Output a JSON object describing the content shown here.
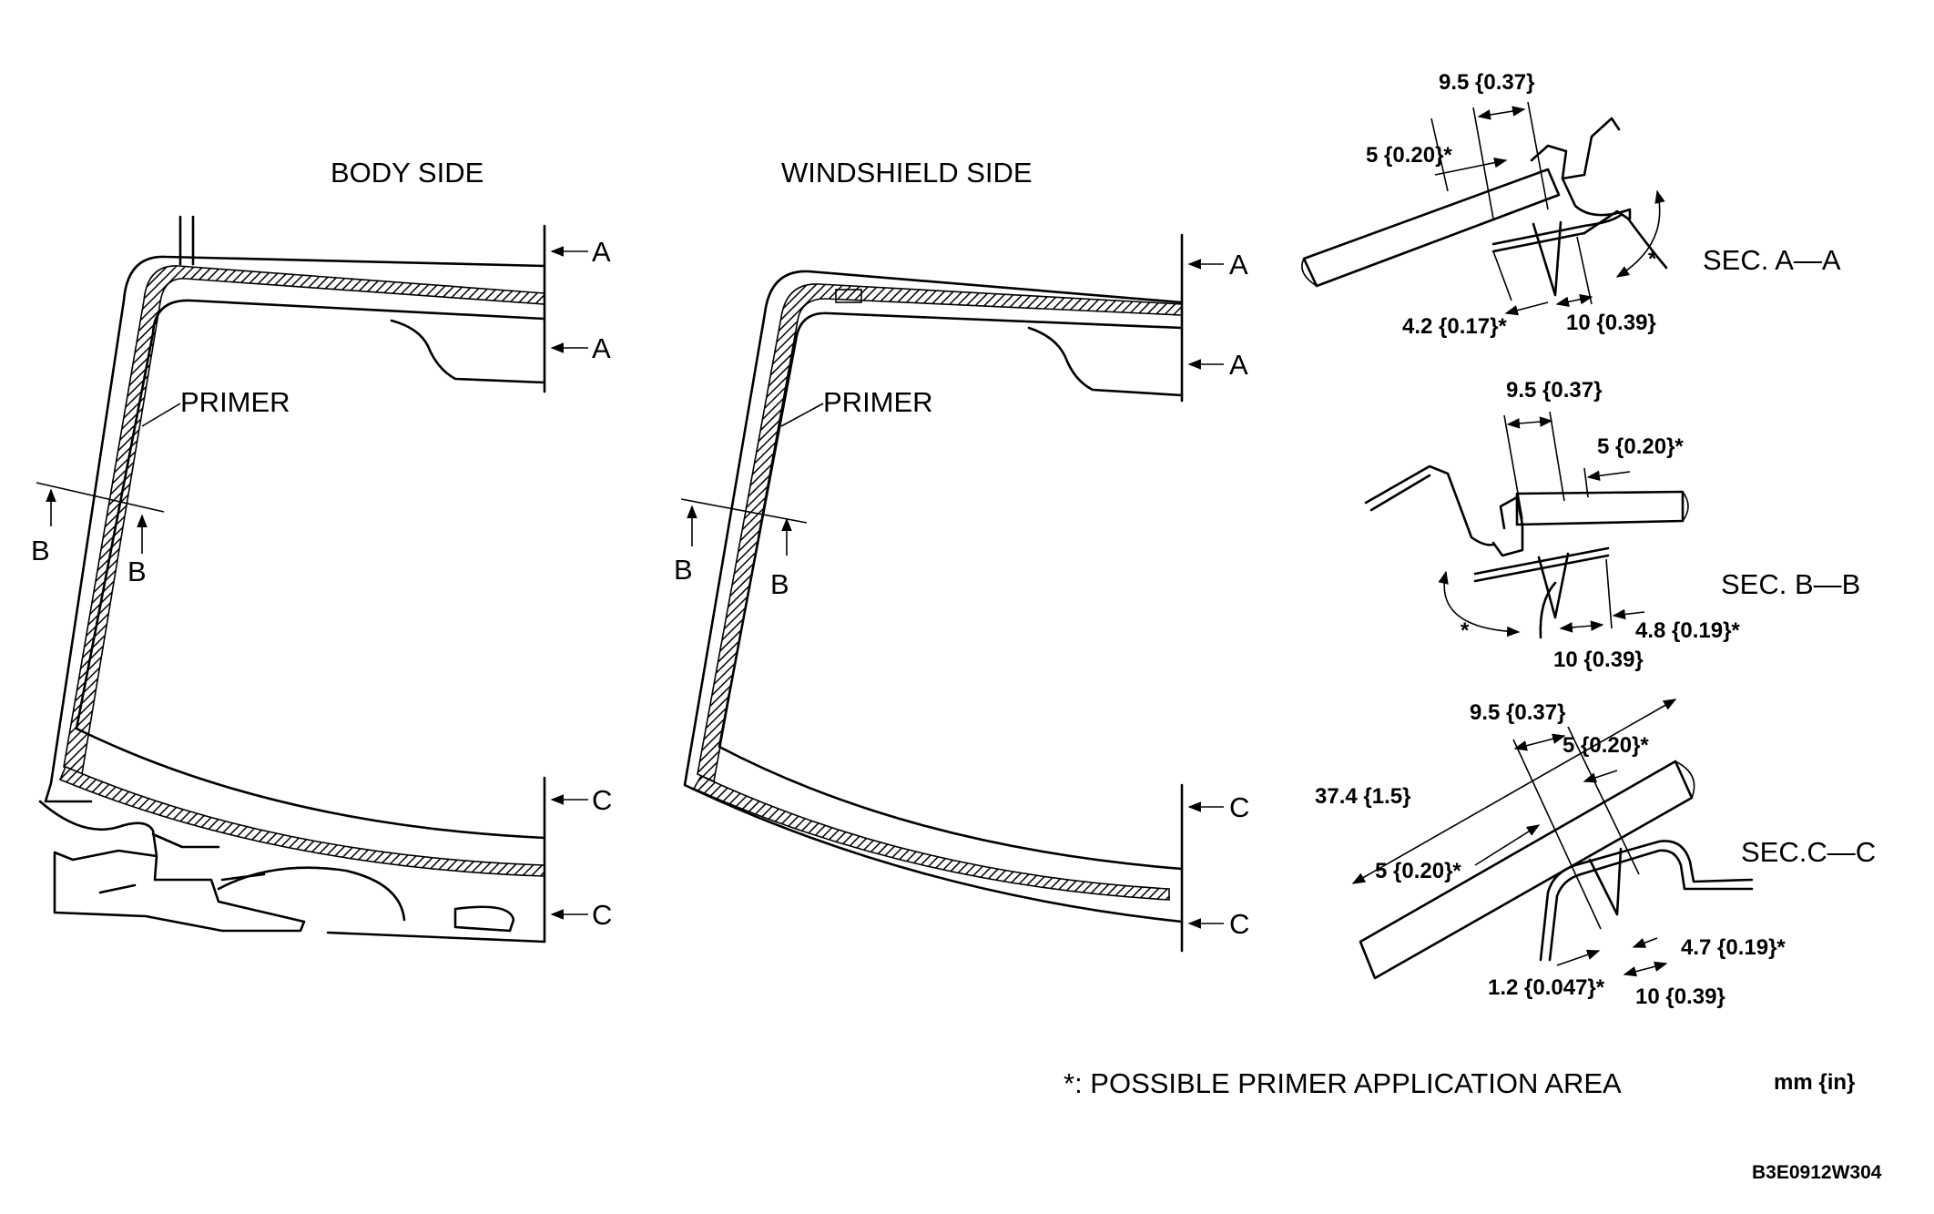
{
  "views": {
    "body_side": {
      "title": "BODY SIDE",
      "primer": "PRIMER",
      "markers": [
        "A",
        "A",
        "B",
        "B",
        "C",
        "C"
      ]
    },
    "windshield_side": {
      "title": "WINDSHIELD SIDE",
      "primer": "PRIMER",
      "markers": [
        "A",
        "A",
        "B",
        "B",
        "C",
        "C"
      ]
    }
  },
  "sections": {
    "aa": {
      "title": "SEC. A—A",
      "dims": [
        "9.5 {0.37}",
        "5 {0.20}*",
        "4.2 {0.17}*",
        "10 {0.39}"
      ],
      "asterisk": "*"
    },
    "bb": {
      "title": "SEC. B—B",
      "dims": [
        "9.5 {0.37}",
        "5 {0.20}*",
        "4.8 {0.19}*",
        "10 {0.39}"
      ],
      "asterisk": "*"
    },
    "cc": {
      "title": "SEC.C—C",
      "dims": [
        "9.5 {0.37}",
        "5 {0.20}*",
        "37.4 {1.5}",
        "5 {0.20}*",
        "4.7 {0.19}*",
        "1.2 {0.047}*",
        "10 {0.39}"
      ]
    }
  },
  "footer": {
    "note": "*: POSSIBLE PRIMER APPLICATION AREA",
    "units": "mm {in}",
    "figure_code": "B3E0912W304"
  }
}
